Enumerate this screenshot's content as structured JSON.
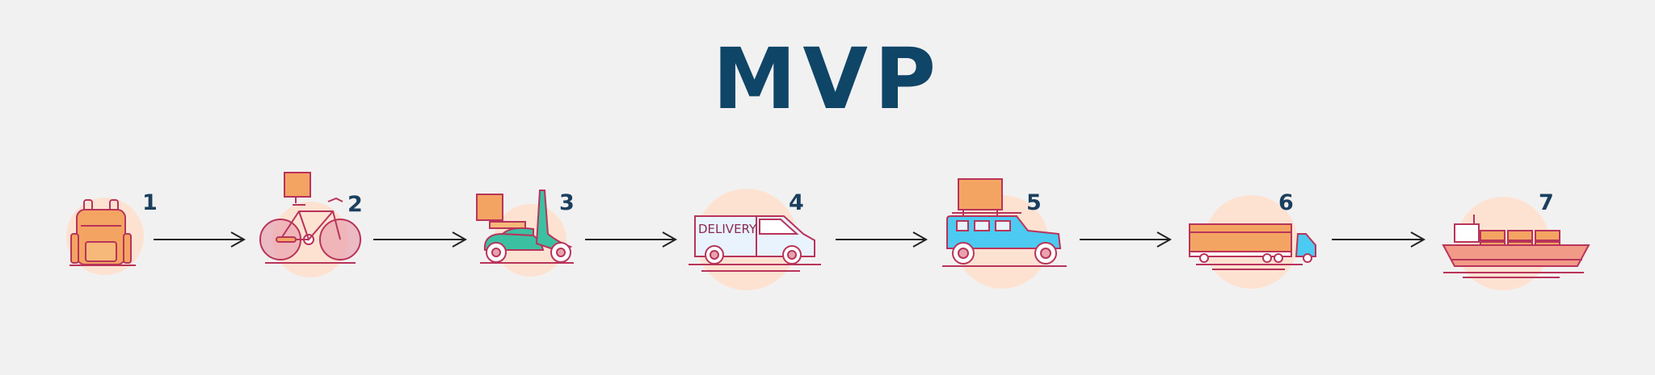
{
  "title": "MVP",
  "colors": {
    "background": "#f2f1f1",
    "title": "#0f4567",
    "number": "#1b3f5e",
    "halo": "#fde2d2",
    "outline": "#b8345a",
    "orange": "#f4a462",
    "teal": "#3cc0a2",
    "blue": "#4ccaf1",
    "arrow": "#222222"
  },
  "stages": [
    {
      "number": "1",
      "icon": "backpack-icon"
    },
    {
      "number": "2",
      "icon": "bicycle-icon"
    },
    {
      "number": "3",
      "icon": "scooter-icon"
    },
    {
      "number": "4",
      "icon": "delivery-van-icon",
      "label": "DELIVERY"
    },
    {
      "number": "5",
      "icon": "jeep-icon"
    },
    {
      "number": "6",
      "icon": "truck-icon"
    },
    {
      "number": "7",
      "icon": "cargo-ship-icon"
    }
  ]
}
